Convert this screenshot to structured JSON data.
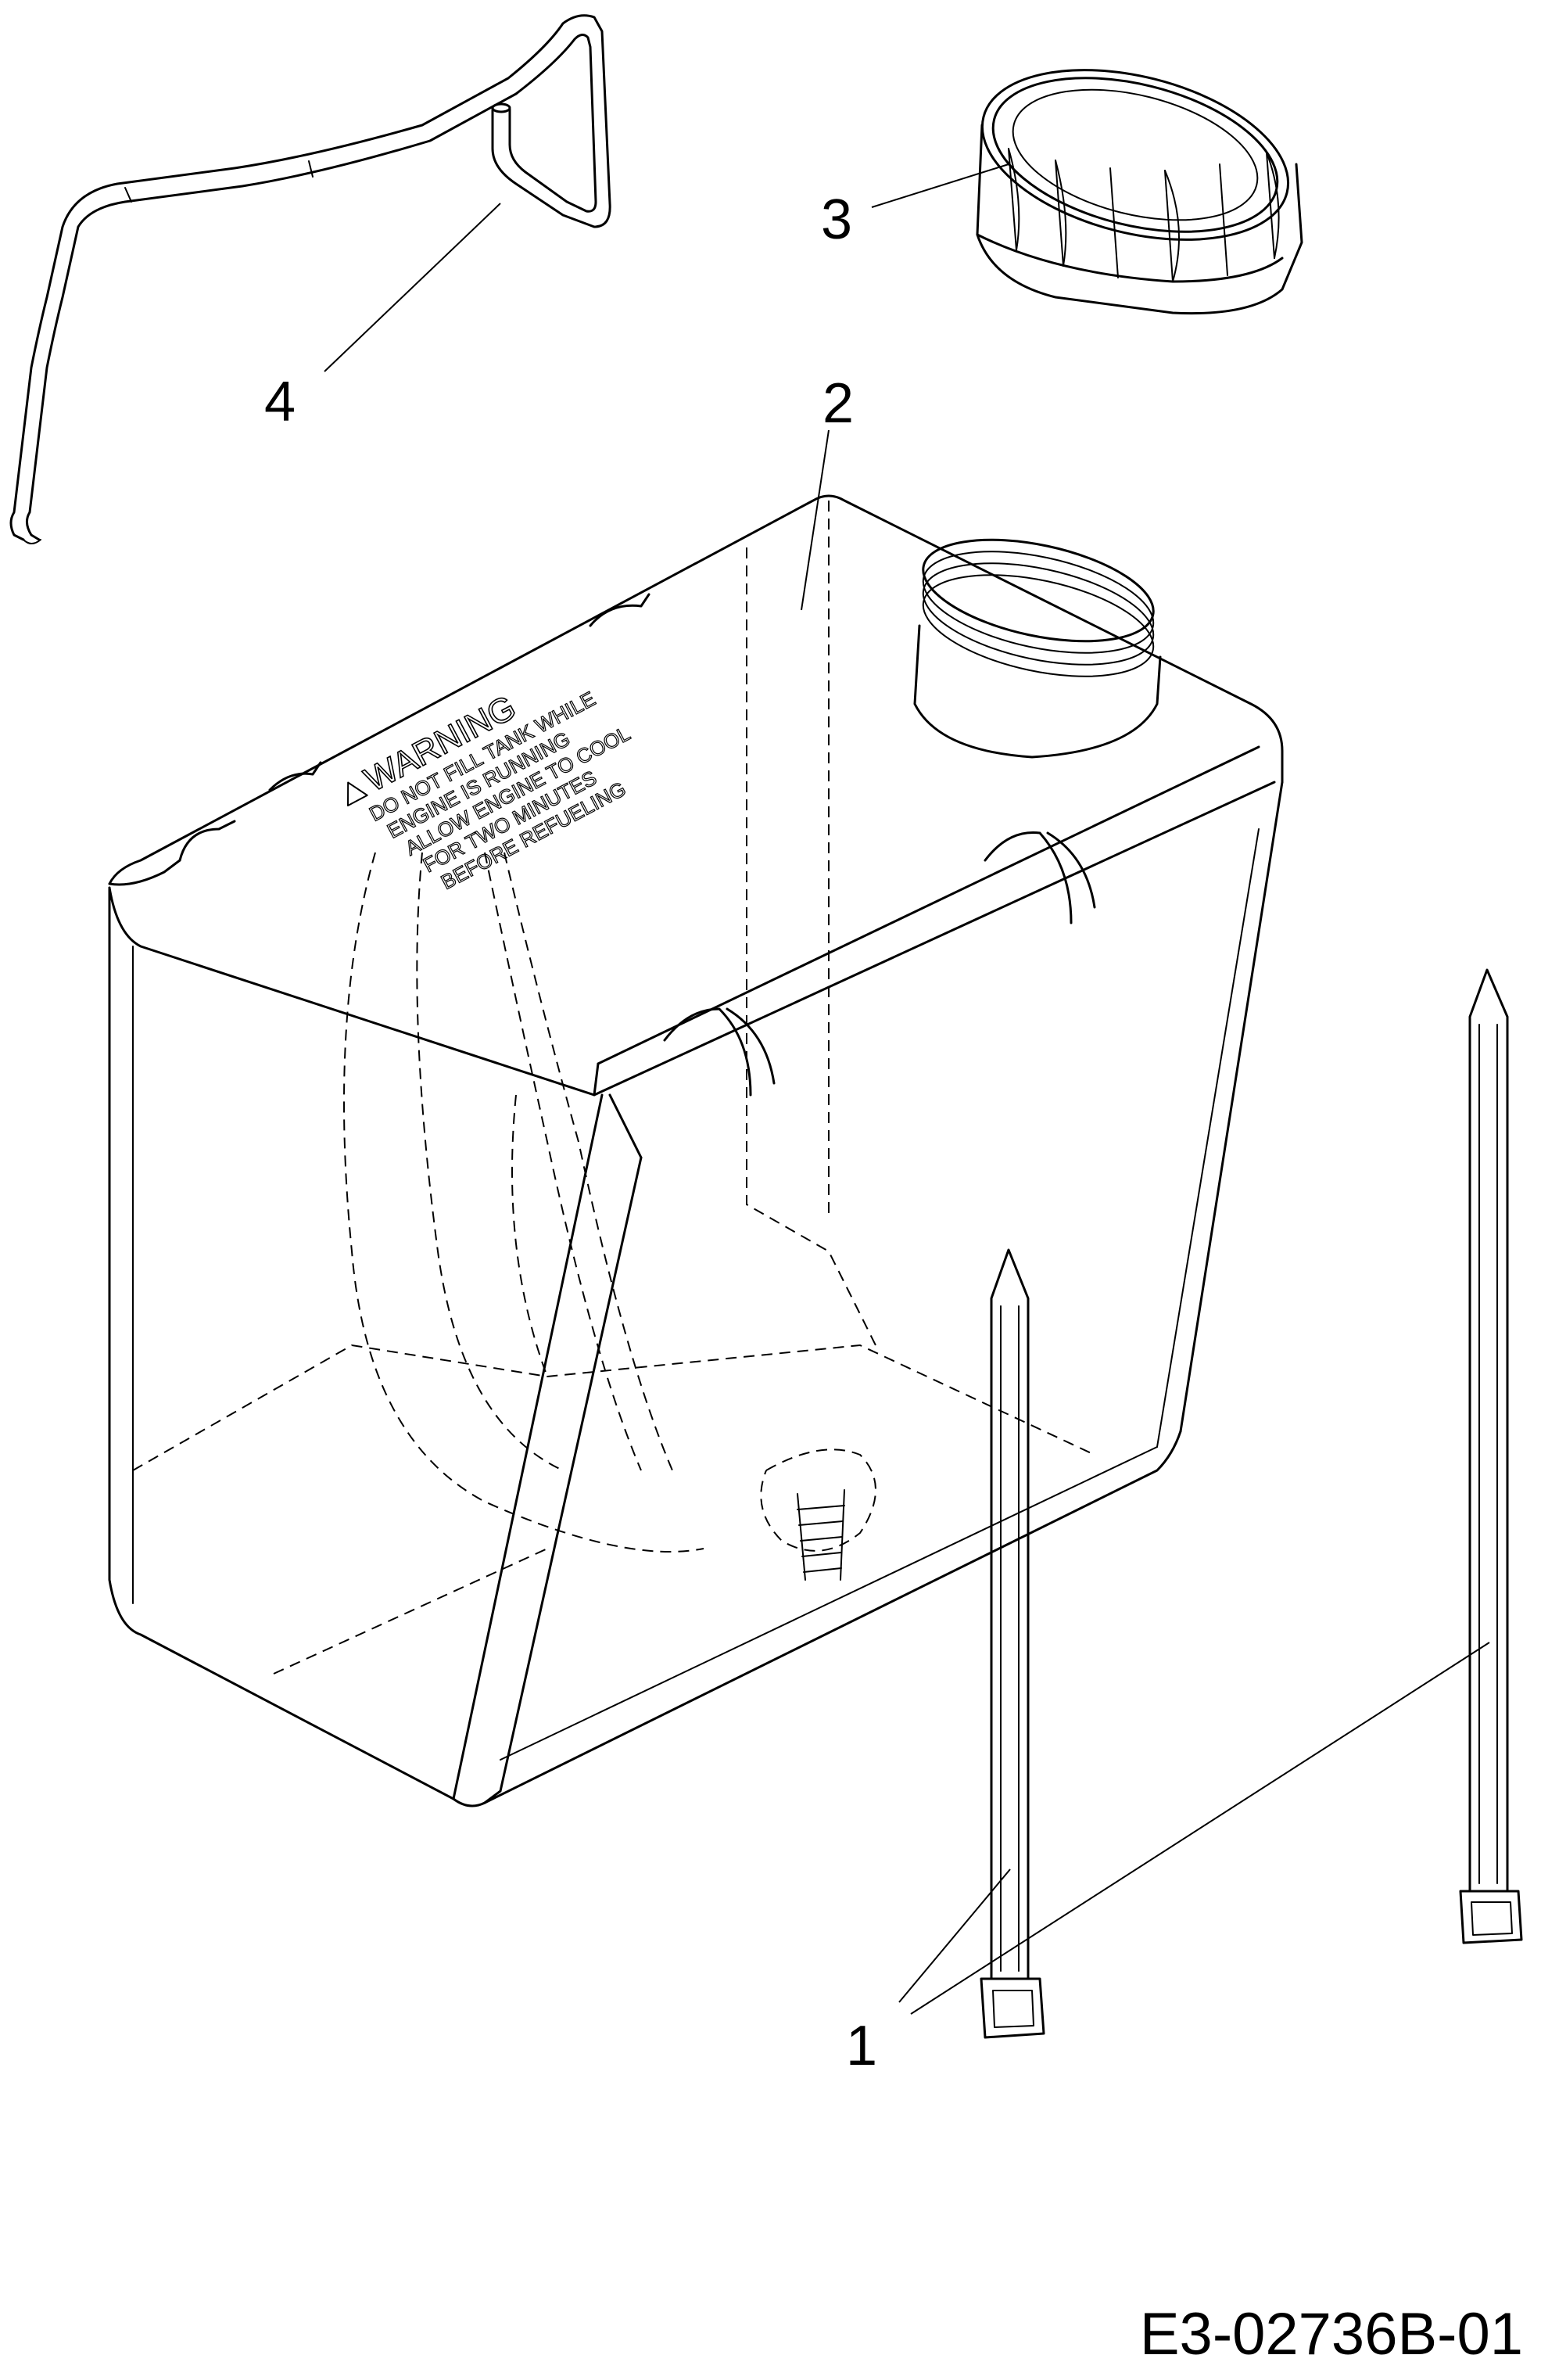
{
  "diagram": {
    "drawing_number": "E3-02736B-01",
    "callouts": [
      {
        "id": "1",
        "label": "1"
      },
      {
        "id": "2",
        "label": "2"
      },
      {
        "id": "3",
        "label": "3"
      },
      {
        "id": "4",
        "label": "4"
      }
    ],
    "warning_decal": {
      "title": "WARNING",
      "lines": [
        "DO NOT FILL TANK WHILE",
        "ENGINE IS RUNNING",
        "ALLOW ENGINE TO COOL",
        "FOR TWO MINUTES",
        "BEFORE REFUELING"
      ]
    }
  }
}
